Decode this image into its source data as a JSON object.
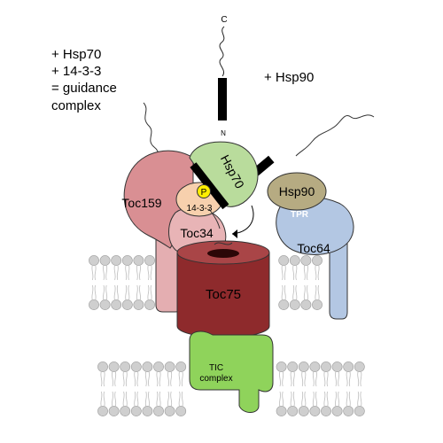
{
  "left_annotation": {
    "line1": "+ Hsp70",
    "line2": "+ 14-3-3",
    "line3": "= guidance",
    "line4": "complex"
  },
  "right_annotation": "+ Hsp90",
  "peptide": {
    "c_label": "C",
    "n_label": "N"
  },
  "phospho_label": "P",
  "proteins": {
    "toc159": "Toc159",
    "toc34": "Toc34",
    "toc75": "Toc75",
    "toc64": "Toc64",
    "hsp70": "Hsp70",
    "hsp90": "Hsp90",
    "fourteen33": "14-3-3",
    "tpr": "TPR",
    "tic_line1": "TIC",
    "tic_line2": "complex"
  },
  "colors": {
    "toc159": "#d98f93",
    "toc159_stalk": "#e4aeb1",
    "toc34": "#e8b4b6",
    "toc75_body": "#8e2a2c",
    "toc75_top": "#a94547",
    "toc75_hole": "#5e1416",
    "toc64": "#b3c7e3",
    "hsp70": "#b9dc9c",
    "hsp90": "#b6ab82",
    "fourteen33": "#f7d0ad",
    "phospho": "#ffee00",
    "tic": "#8fd35b",
    "lipid": "#cfcfcf",
    "tpr_text": "#ffffff"
  }
}
